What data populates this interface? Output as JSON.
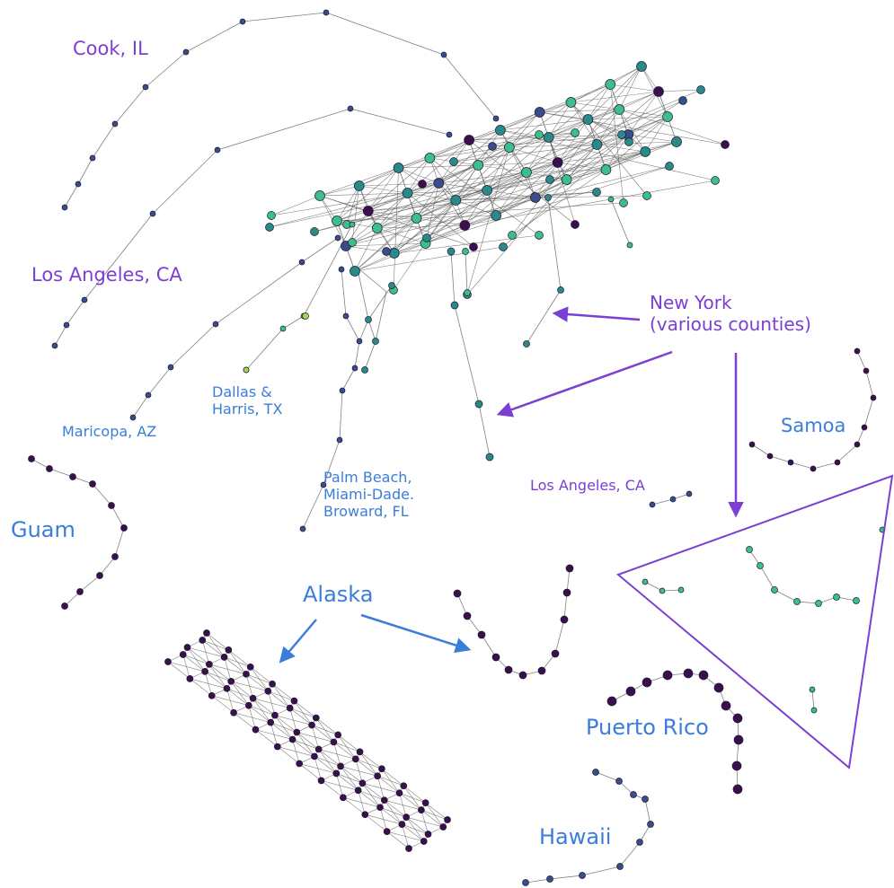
{
  "colors": {
    "purple": "#7b3fd4",
    "blue": "#3b7dd8",
    "edge": "#555555",
    "node_dark": "#3b0f4f",
    "node_navy": "#3b4c8c",
    "node_teal": "#2a8a8a",
    "node_green": "#3cbf8a",
    "node_lime": "#a8d84a"
  },
  "labels": {
    "cook": "Cook, IL",
    "la_big": "Los Angeles, CA",
    "maricopa": "Maricopa, AZ",
    "dallas": "Dallas &\nHarris, TX",
    "palm": "Palm Beach,\nMiami-Dade.\nBroward, FL",
    "ny": "New York\n(various counties)",
    "samoa": "Samoa",
    "la_small": "Los Angeles, CA",
    "guam": "Guam",
    "alaska": "Alaska",
    "puerto_rico": "Puerto Rico",
    "hawaii": "Hawaii"
  }
}
